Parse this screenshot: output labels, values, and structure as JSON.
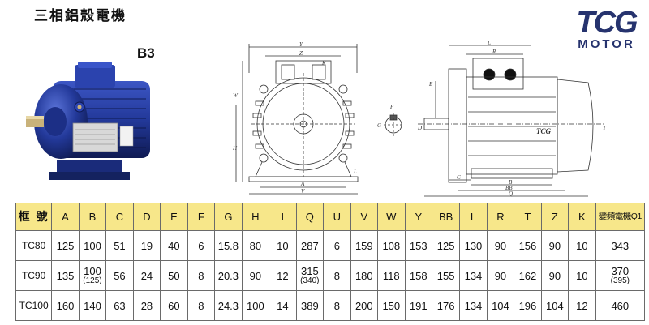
{
  "header": {
    "title": "三相鋁殼電機",
    "model": "B3"
  },
  "logo": {
    "brand": "TCG",
    "subtitle": "MOTOR",
    "color": "#26336e"
  },
  "drawing": {
    "front_labels": {
      "y": "Y",
      "z": "Z",
      "k": "K",
      "w": "W",
      "h": "H",
      "l": "L",
      "a": "A",
      "v": "V"
    },
    "key_labels": {
      "f": "F",
      "g": "G"
    },
    "side_labels": {
      "l": "L",
      "r": "R",
      "e": "E",
      "d": "D",
      "c": "C",
      "b": "B",
      "bb": "BB",
      "q": "Q",
      "t": "T",
      "stamp": "TCG"
    }
  },
  "table": {
    "corner_label": "框 號",
    "columns": [
      "A",
      "B",
      "C",
      "D",
      "E",
      "F",
      "G",
      "H",
      "I",
      "Q",
      "U",
      "V",
      "W",
      "Y",
      "BB",
      "L",
      "R",
      "T",
      "Z",
      "K"
    ],
    "last_column_label": "變頻電機Q1",
    "rows": [
      {
        "frame": "TC80",
        "values": [
          {
            "v": "125"
          },
          {
            "v": "100"
          },
          {
            "v": "51"
          },
          {
            "v": "19"
          },
          {
            "v": "40"
          },
          {
            "v": "6"
          },
          {
            "v": "15.8"
          },
          {
            "v": "80"
          },
          {
            "v": "10"
          },
          {
            "v": "287"
          },
          {
            "v": "6"
          },
          {
            "v": "159"
          },
          {
            "v": "108"
          },
          {
            "v": "153"
          },
          {
            "v": "125"
          },
          {
            "v": "130"
          },
          {
            "v": "90"
          },
          {
            "v": "156"
          },
          {
            "v": "90"
          },
          {
            "v": "10"
          }
        ],
        "q1": {
          "v": "343"
        }
      },
      {
        "frame": "TC90",
        "values": [
          {
            "v": "135"
          },
          {
            "v": "100",
            "alt": "(125)"
          },
          {
            "v": "56"
          },
          {
            "v": "24"
          },
          {
            "v": "50"
          },
          {
            "v": "8"
          },
          {
            "v": "20.3"
          },
          {
            "v": "90"
          },
          {
            "v": "12"
          },
          {
            "v": "315",
            "alt": "(340)"
          },
          {
            "v": "8"
          },
          {
            "v": "180"
          },
          {
            "v": "118"
          },
          {
            "v": "158"
          },
          {
            "v": "155"
          },
          {
            "v": "134"
          },
          {
            "v": "90"
          },
          {
            "v": "162"
          },
          {
            "v": "90"
          },
          {
            "v": "10"
          }
        ],
        "q1": {
          "v": "370",
          "alt": "(395)"
        }
      },
      {
        "frame": "TC100",
        "values": [
          {
            "v": "160"
          },
          {
            "v": "140"
          },
          {
            "v": "63"
          },
          {
            "v": "28"
          },
          {
            "v": "60"
          },
          {
            "v": "8"
          },
          {
            "v": "24.3"
          },
          {
            "v": "100"
          },
          {
            "v": "14"
          },
          {
            "v": "389"
          },
          {
            "v": "8"
          },
          {
            "v": "200"
          },
          {
            "v": "150"
          },
          {
            "v": "191"
          },
          {
            "v": "176"
          },
          {
            "v": "134"
          },
          {
            "v": "104"
          },
          {
            "v": "196"
          },
          {
            "v": "104"
          },
          {
            "v": "12"
          }
        ],
        "q1": {
          "v": "460"
        }
      }
    ],
    "header_color": "#f7e78a",
    "border_color": "#6a6a6a"
  },
  "photo": {
    "body_color": "#23399a"
  }
}
